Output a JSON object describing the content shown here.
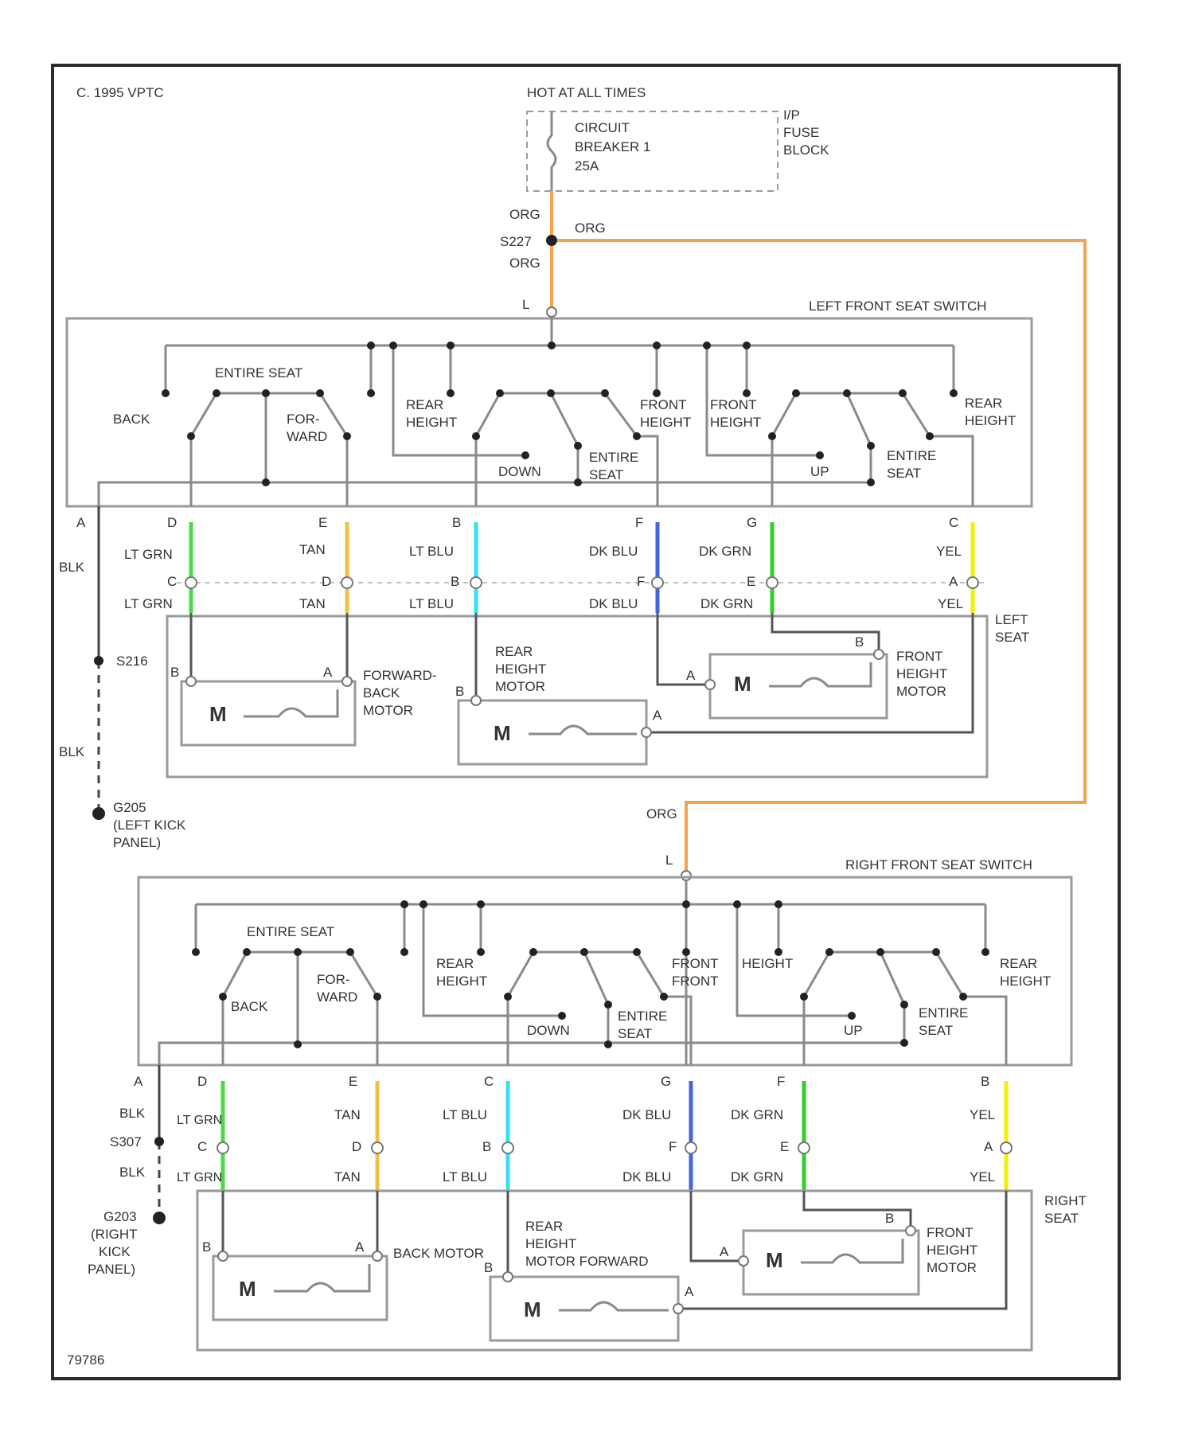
{
  "colors": {
    "orange": "#f5a24b",
    "lt_grn": "#44dd44",
    "tan": "#f0c040",
    "lt_blu": "#33e0f0",
    "dk_blu": "#4466dd",
    "dk_grn": "#33cc33",
    "yel": "#f0f000",
    "wire_gray": "#8a8a8a"
  },
  "header": {
    "copyright": "C. 1995 VPTC",
    "hot": "HOT AT ALL TIMES",
    "breaker": [
      "CIRCUIT",
      "BREAKER 1",
      "25A"
    ],
    "fuse_block": [
      "I/P",
      "FUSE",
      "BLOCK"
    ]
  },
  "splice_top": {
    "wire_in": "ORG",
    "id": "S227",
    "wire_right": "ORG",
    "wire_down": "ORG"
  },
  "left": {
    "pin_L": "L",
    "switch_title": "LEFT FRONT SEAT SWITCH",
    "labels": {
      "entire_seat": "ENTIRE SEAT",
      "back": "BACK",
      "forward": [
        "FOR-",
        "WARD"
      ],
      "rear_height_1": [
        "REAR",
        "HEIGHT"
      ],
      "down": "DOWN",
      "entire_seat_2": [
        "ENTIRE",
        "SEAT"
      ],
      "front_height_1": [
        "FRONT",
        "HEIGHT"
      ],
      "front_height_2": [
        "FRONT",
        "HEIGHT"
      ],
      "up": "UP",
      "entire_seat_3": [
        "ENTIRE",
        "SEAT"
      ],
      "rear_height_2": [
        "REAR",
        "HEIGHT"
      ]
    },
    "pins_top": [
      "A",
      "D",
      "E",
      "B",
      "F",
      "G",
      "C"
    ],
    "wires_top": [
      "BLK",
      "LT GRN",
      "TAN",
      "LT BLU",
      "DK BLU",
      "DK GRN",
      "YEL"
    ],
    "pins_conn": [
      "C",
      "D",
      "B",
      "F",
      "E",
      "A"
    ],
    "wires_bot": [
      "LT GRN",
      "TAN",
      "LT BLU",
      "DK BLU",
      "DK GRN",
      "YEL"
    ],
    "seat_label": [
      "LEFT",
      "SEAT"
    ],
    "splice": "S216",
    "ground_wire": "BLK",
    "ground": [
      "G205",
      "(LEFT KICK",
      "PANEL)"
    ],
    "motor_fb": {
      "pin_b": "B",
      "pin_a": "A",
      "m": "M",
      "label": [
        "FORWARD-",
        "BACK",
        "MOTOR"
      ]
    },
    "motor_rh": {
      "pin_b": "B",
      "pin_a": "A",
      "m": "M",
      "label": [
        "REAR",
        "HEIGHT",
        "MOTOR"
      ]
    },
    "motor_fh": {
      "pin_b": "B",
      "pin_a": "A",
      "m": "M",
      "label": [
        "FRONT",
        "HEIGHT",
        "MOTOR"
      ]
    }
  },
  "right": {
    "wire_in": "ORG",
    "pin_L": "L",
    "switch_title": "RIGHT FRONT SEAT SWITCH",
    "labels": {
      "entire_seat": "ENTIRE SEAT",
      "back": "BACK",
      "forward": [
        "FOR-",
        "WARD"
      ],
      "rear_height_1": [
        "REAR",
        "HEIGHT"
      ],
      "down": "DOWN",
      "entire_seat_2": [
        "ENTIRE",
        "SEAT"
      ],
      "front_height_1": [
        "FRONT",
        "FRONT"
      ],
      "height_overlap": "HEIGHT",
      "up": "UP",
      "entire_seat_3": [
        "ENTIRE",
        "SEAT"
      ],
      "rear_height_2": [
        "REAR",
        "HEIGHT"
      ]
    },
    "pins_top": [
      "A",
      "D",
      "E",
      "C",
      "G",
      "F",
      "B"
    ],
    "wires_top": [
      "BLK",
      "LT GRN",
      "TAN",
      "LT BLU",
      "DK BLU",
      "DK GRN",
      "YEL"
    ],
    "pins_conn": [
      "C",
      "D",
      "B",
      "F",
      "E",
      "A"
    ],
    "wires_bot": [
      "LT GRN",
      "TAN",
      "LT BLU",
      "DK BLU",
      "DK GRN",
      "YEL"
    ],
    "seat_label": [
      "RIGHT",
      "SEAT"
    ],
    "splice": "S307",
    "ground_wire": "BLK",
    "ground": [
      "G203",
      "(RIGHT",
      "KICK",
      "PANEL)"
    ],
    "motor_fb": {
      "pin_b": "B",
      "pin_a": "A",
      "m": "M",
      "label": "BACK MOTOR"
    },
    "motor_rh": {
      "pin_b": "B",
      "pin_a": "A",
      "m": "M",
      "label": [
        "REAR",
        "HEIGHT",
        "MOTOR FORWARD"
      ]
    },
    "motor_fh": {
      "pin_b": "B",
      "pin_a": "A",
      "m": "M",
      "label": [
        "FRONT",
        "HEIGHT",
        "MOTOR"
      ]
    }
  },
  "figure_id": "79786"
}
